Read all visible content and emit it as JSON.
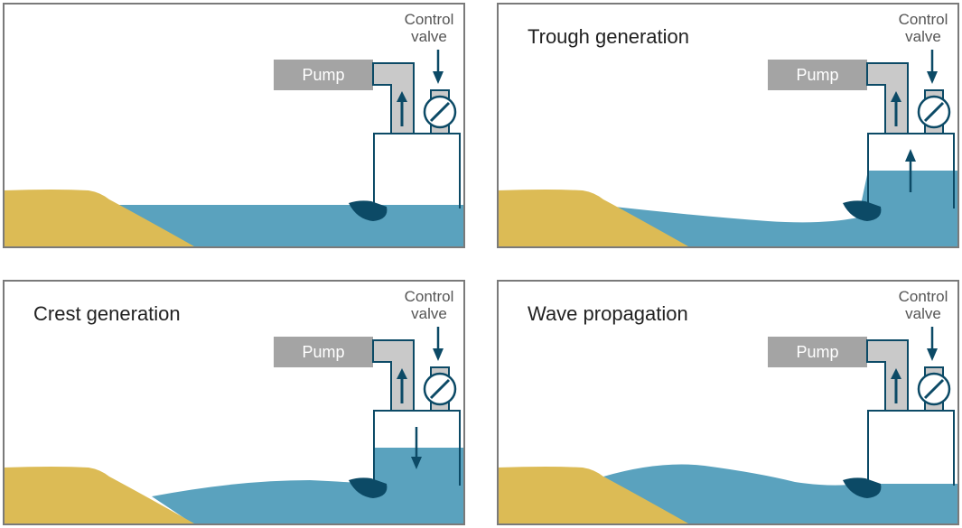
{
  "colors": {
    "water": "#5aa2be",
    "sand": "#dcbb55",
    "pump_gray": "#a4a4a4",
    "pipe_fill": "#c9c9c9",
    "dark_blue": "#0c4a66",
    "frame_gray": "#7a7a7a",
    "text_gray": "#555555"
  },
  "panels": [
    {
      "title": "",
      "state": "still-water",
      "pump_label": "Pump",
      "valve_label_line1": "Control",
      "valve_label_line2": "valve"
    },
    {
      "title": "Trough generation",
      "state": "trough",
      "pump_label": "Pump",
      "valve_label_line1": "Control",
      "valve_label_line2": "valve"
    },
    {
      "title": "Crest generation",
      "state": "crest",
      "pump_label": "Pump",
      "valve_label_line1": "Control",
      "valve_label_line2": "valve"
    },
    {
      "title": "Wave propagation",
      "state": "propagation",
      "pump_label": "Pump",
      "valve_label_line1": "Control",
      "valve_label_line2": "valve"
    }
  ],
  "icons": {
    "valve": "control-valve-icon",
    "flow_arrow": "up-arrow-icon",
    "paddle": "paddle-flap-icon"
  }
}
